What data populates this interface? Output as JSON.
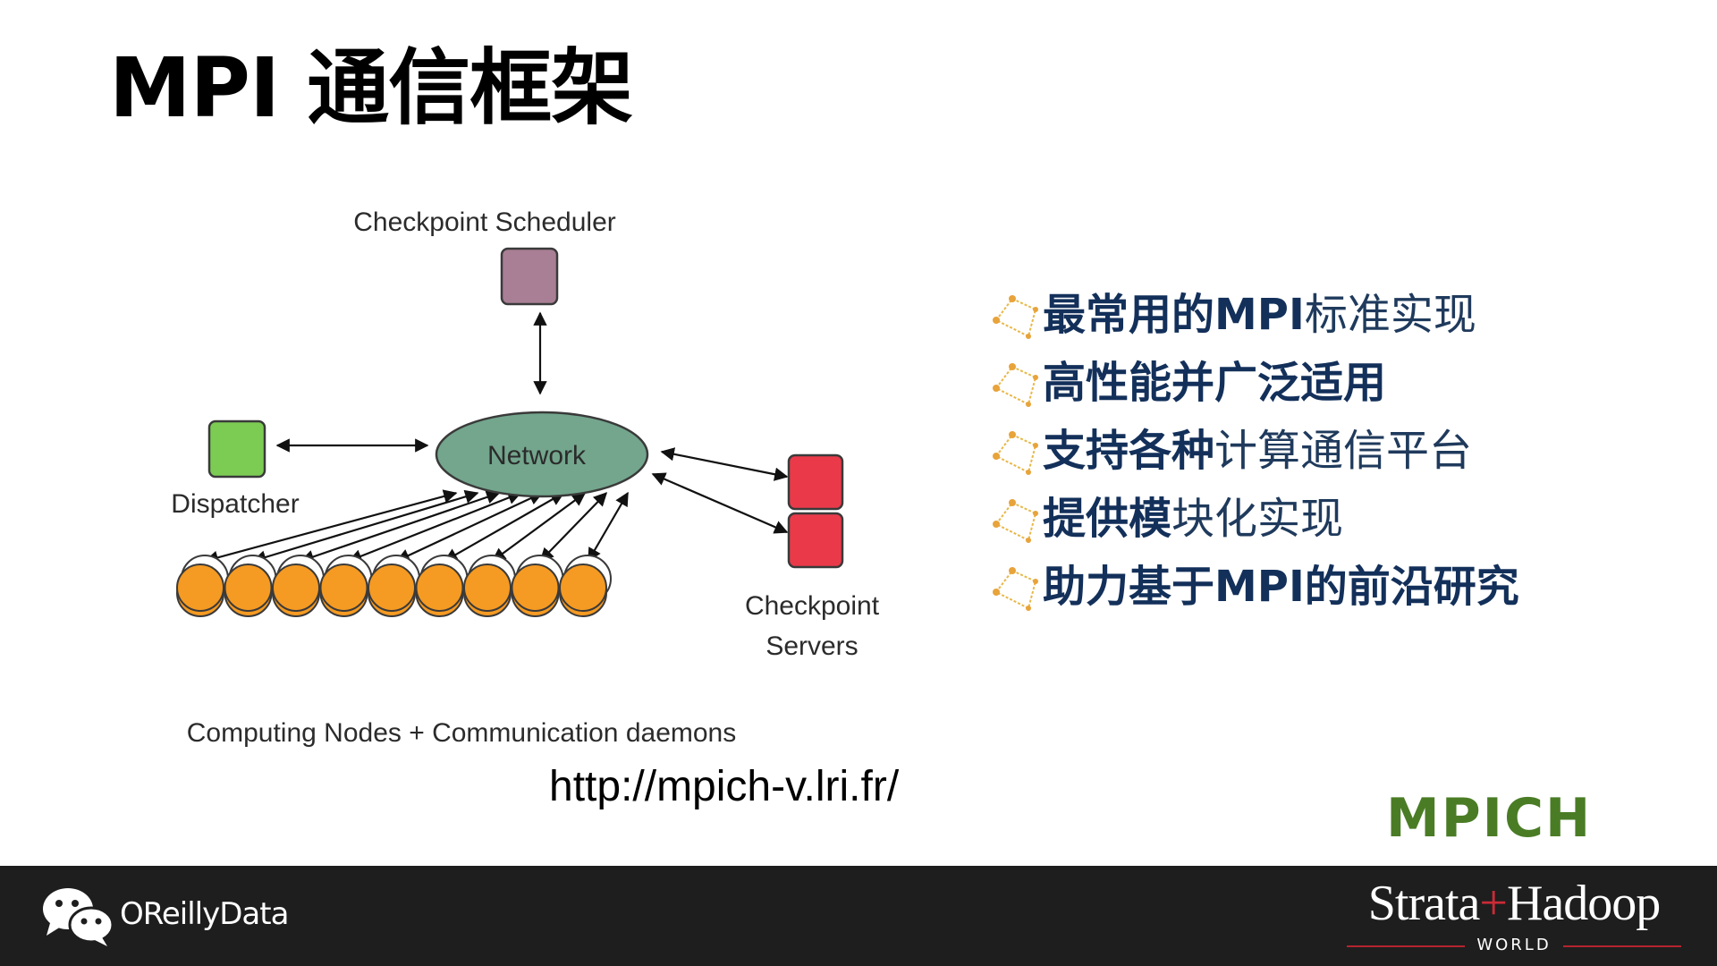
{
  "slide": {
    "title": "MPI 通信框架",
    "url": "http://mpich-v.lri.fr/",
    "logo_text": "MPICH"
  },
  "diagram": {
    "labels": {
      "checkpoint_scheduler": "Checkpoint Scheduler",
      "network": "Network",
      "dispatcher": "Dispatcher",
      "checkpoint_servers_line1": "Checkpoint",
      "checkpoint_servers_line2": "Servers",
      "computing_nodes": "Computing Nodes + Communication daemons"
    },
    "computing_node_count": 9,
    "checkpoint_server_count": 2,
    "colors": {
      "scheduler": "#a97f95",
      "dispatcher": "#7ccc54",
      "network": "#73a68d",
      "checkpoint_server": "#ea3a4a",
      "computing_node": "#f59a22"
    }
  },
  "bullets": [
    {
      "bold": "最常用的MPI",
      "rest": "标准实现"
    },
    {
      "bold": "高性能并广泛适用",
      "rest": ""
    },
    {
      "bold": "支持各种",
      "rest": "计算通信平台"
    },
    {
      "bold": "提供模",
      "rest": "块化实现"
    },
    {
      "bold": "助力基于MPI的前沿研究",
      "rest": ""
    }
  ],
  "footer": {
    "account": "OReillyData",
    "brand_left": "Strata",
    "brand_plus": "+",
    "brand_right": "Hadoop",
    "brand_sub": "WORLD"
  }
}
